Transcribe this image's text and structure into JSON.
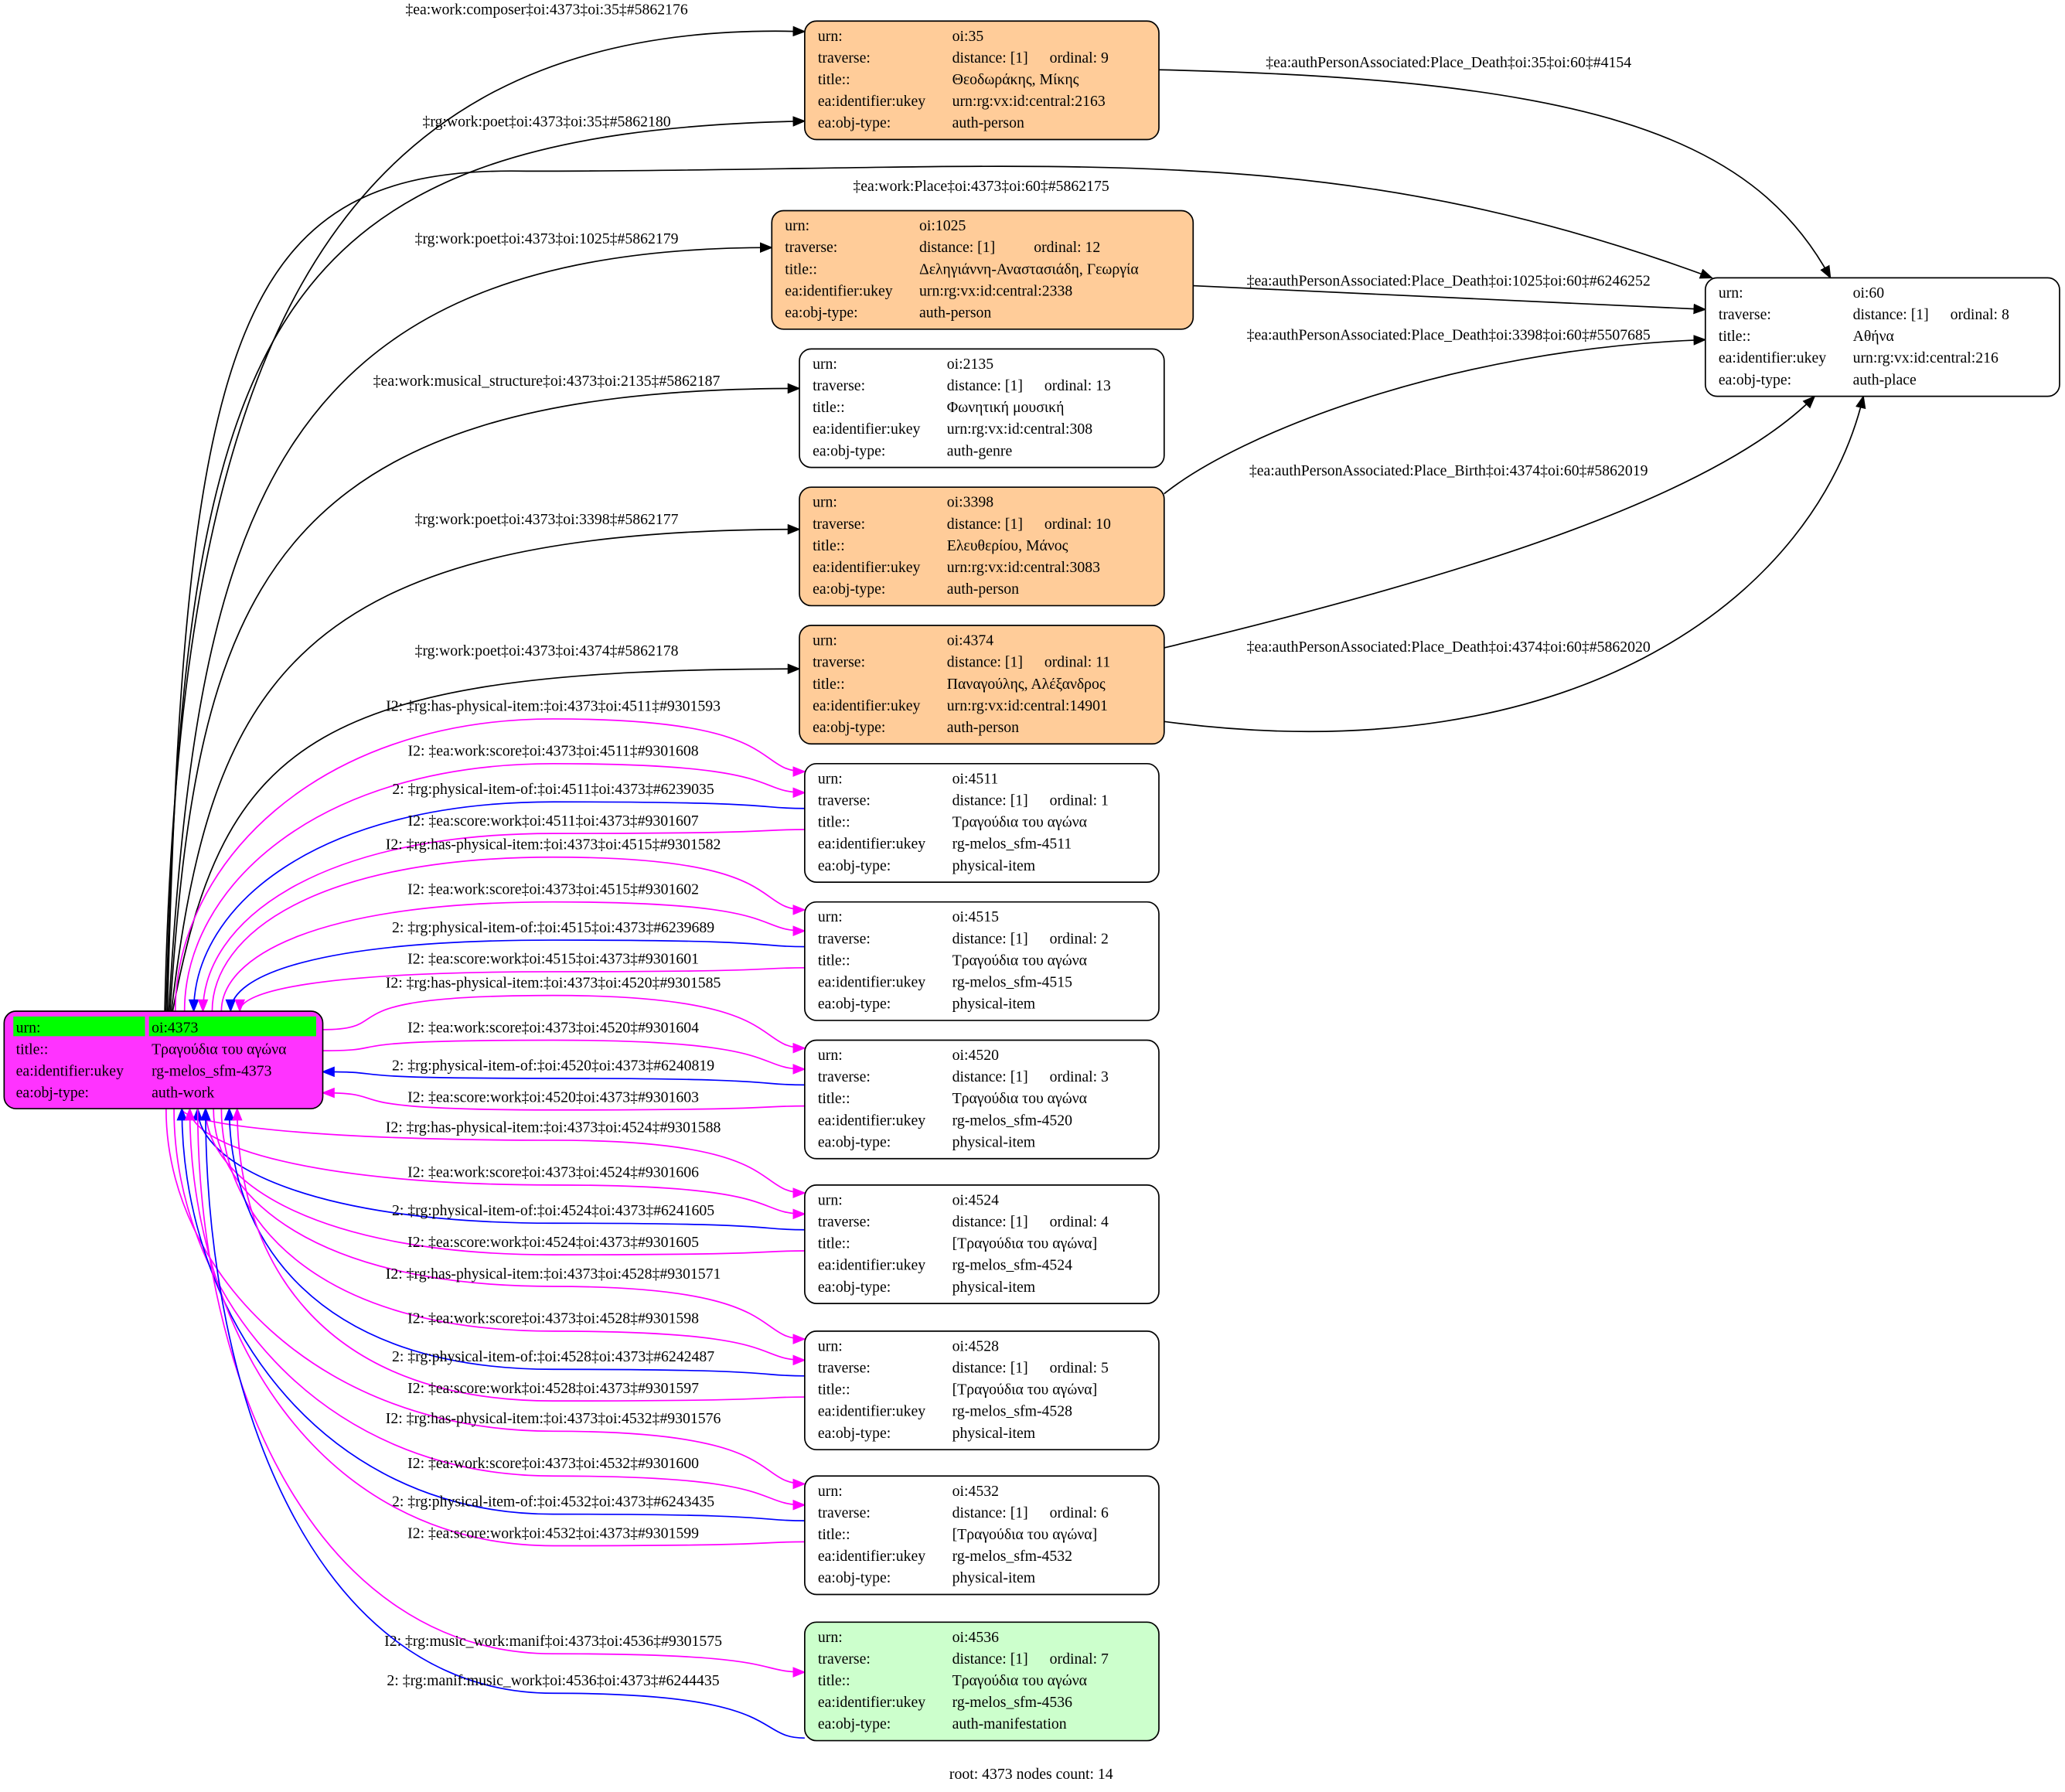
{
  "footer": "root: 4373 nodes count: 14",
  "colors": {
    "person": "#ffcc99",
    "root": "#ff33ff",
    "root_header": "#00ff00",
    "manifestation": "#ccffcc",
    "plain": "#ffffff",
    "edge_black": "#000000",
    "edge_magenta": "#ff00ff",
    "edge_blue": "#0000ff"
  },
  "labels": {
    "urn": "urn:",
    "traverse": "traverse:",
    "title": "title::",
    "ukey": "ea:identifier:ukey",
    "objtype": "ea:obj-type:"
  },
  "root": {
    "urn": "oi:4373",
    "title": "Τραγούδια του αγώνα",
    "ukey": "rg-melos_sfm-4373",
    "objtype": "auth-work"
  },
  "nodes": [
    {
      "urn": "oi:35",
      "distance": "distance: [1]",
      "ordinal": "ordinal: 9",
      "title": "Θεοδωράκης, Μίκης",
      "ukey": "urn:rg:vx:id:central:2163",
      "objtype": "auth-person",
      "fill": "person"
    },
    {
      "urn": "oi:1025",
      "distance": "distance: [1]",
      "ordinal": "ordinal: 12",
      "title": "Δεληγιάννη-Αναστασιάδη, Γεωργία",
      "ukey": "urn:rg:vx:id:central:2338",
      "objtype": "auth-person",
      "fill": "person"
    },
    {
      "urn": "oi:2135",
      "distance": "distance: [1]",
      "ordinal": "ordinal: 13",
      "title": "Φωνητική μουσική",
      "ukey": "urn:rg:vx:id:central:308",
      "objtype": "auth-genre",
      "fill": "plain"
    },
    {
      "urn": "oi:3398",
      "distance": "distance: [1]",
      "ordinal": "ordinal: 10",
      "title": "Ελευθερίου, Μάνος",
      "ukey": "urn:rg:vx:id:central:3083",
      "objtype": "auth-person",
      "fill": "person"
    },
    {
      "urn": "oi:4374",
      "distance": "distance: [1]",
      "ordinal": "ordinal: 11",
      "title": "Παναγούλης, Αλέξανδρος",
      "ukey": "urn:rg:vx:id:central:14901",
      "objtype": "auth-person",
      "fill": "person"
    },
    {
      "urn": "oi:4511",
      "distance": "distance: [1]",
      "ordinal": "ordinal: 1",
      "title": "Τραγούδια του αγώνα",
      "ukey": "rg-melos_sfm-4511",
      "objtype": "physical-item",
      "fill": "plain"
    },
    {
      "urn": "oi:4515",
      "distance": "distance: [1]",
      "ordinal": "ordinal: 2",
      "title": "Τραγούδια του αγώνα",
      "ukey": "rg-melos_sfm-4515",
      "objtype": "physical-item",
      "fill": "plain"
    },
    {
      "urn": "oi:4520",
      "distance": "distance: [1]",
      "ordinal": "ordinal: 3",
      "title": "Τραγούδια του αγώνα",
      "ukey": "rg-melos_sfm-4520",
      "objtype": "physical-item",
      "fill": "plain"
    },
    {
      "urn": "oi:4524",
      "distance": "distance: [1]",
      "ordinal": "ordinal: 4",
      "title": "[Τραγούδια του αγώνα]",
      "ukey": "rg-melos_sfm-4524",
      "objtype": "physical-item",
      "fill": "plain"
    },
    {
      "urn": "oi:4528",
      "distance": "distance: [1]",
      "ordinal": "ordinal: 5",
      "title": "[Τραγούδια του αγώνα]",
      "ukey": "rg-melos_sfm-4528",
      "objtype": "physical-item",
      "fill": "plain"
    },
    {
      "urn": "oi:4532",
      "distance": "distance: [1]",
      "ordinal": "ordinal: 6",
      "title": "[Τραγούδια του αγώνα]",
      "ukey": "rg-melos_sfm-4532",
      "objtype": "physical-item",
      "fill": "plain"
    },
    {
      "urn": "oi:4536",
      "distance": "distance: [1]",
      "ordinal": "ordinal: 7",
      "title": "Τραγούδια του αγώνα",
      "ukey": "rg-melos_sfm-4536",
      "objtype": "auth-manifestation",
      "fill": "manifestation"
    },
    {
      "urn": "oi:60",
      "distance": "distance: [1]",
      "ordinal": "ordinal: 8",
      "title": "Αθήνα",
      "ukey": "urn:rg:vx:id:central:216",
      "objtype": "auth-place",
      "fill": "plain"
    }
  ],
  "edges": [
    {
      "label": "‡ea:work:composer‡oi:4373‡oi:35‡#5862176",
      "from": "oi:4373",
      "to": "oi:35",
      "color": "edge_black"
    },
    {
      "label": "‡rg:work:poet‡oi:4373‡oi:35‡#5862180",
      "from": "oi:4373",
      "to": "oi:35",
      "color": "edge_black"
    },
    {
      "label": "‡ea:work:Place‡oi:4373‡oi:60‡#5862175",
      "from": "oi:4373",
      "to": "oi:60",
      "color": "edge_black"
    },
    {
      "label": "‡rg:work:poet‡oi:4373‡oi:1025‡#5862179",
      "from": "oi:4373",
      "to": "oi:1025",
      "color": "edge_black"
    },
    {
      "label": "‡ea:work:musical_structure‡oi:4373‡oi:2135‡#5862187",
      "from": "oi:4373",
      "to": "oi:2135",
      "color": "edge_black"
    },
    {
      "label": "‡rg:work:poet‡oi:4373‡oi:3398‡#5862177",
      "from": "oi:4373",
      "to": "oi:3398",
      "color": "edge_black"
    },
    {
      "label": "‡rg:work:poet‡oi:4373‡oi:4374‡#5862178",
      "from": "oi:4373",
      "to": "oi:4374",
      "color": "edge_black"
    },
    {
      "label": "‡ea:authPersonAssociated:Place_Death‡oi:35‡oi:60‡#4154",
      "from": "oi:35",
      "to": "oi:60",
      "color": "edge_black"
    },
    {
      "label": "‡ea:authPersonAssociated:Place_Death‡oi:1025‡oi:60‡#6246252",
      "from": "oi:1025",
      "to": "oi:60",
      "color": "edge_black"
    },
    {
      "label": "‡ea:authPersonAssociated:Place_Death‡oi:3398‡oi:60‡#5507685",
      "from": "oi:3398",
      "to": "oi:60",
      "color": "edge_black"
    },
    {
      "label": "‡ea:authPersonAssociated:Place_Birth‡oi:4374‡oi:60‡#5862019",
      "from": "oi:4374",
      "to": "oi:60",
      "color": "edge_black"
    },
    {
      "label": "‡ea:authPersonAssociated:Place_Death‡oi:4374‡oi:60‡#5862020",
      "from": "oi:4374",
      "to": "oi:60",
      "color": "edge_black"
    },
    {
      "label": "I2: ‡rg:has-physical-item:‡oi:4373‡oi:4511‡#9301593",
      "from": "oi:4373",
      "to": "oi:4511",
      "color": "edge_magenta"
    },
    {
      "label": "I2: ‡ea:work:score‡oi:4373‡oi:4511‡#9301608",
      "from": "oi:4373",
      "to": "oi:4511",
      "color": "edge_magenta"
    },
    {
      "label": "2: ‡rg:physical-item-of:‡oi:4511‡oi:4373‡#6239035",
      "from": "oi:4511",
      "to": "oi:4373",
      "color": "edge_blue"
    },
    {
      "label": "I2: ‡ea:score:work‡oi:4511‡oi:4373‡#9301607",
      "from": "oi:4511",
      "to": "oi:4373",
      "color": "edge_magenta"
    },
    {
      "label": "I2: ‡rg:has-physical-item:‡oi:4373‡oi:4515‡#9301582",
      "from": "oi:4373",
      "to": "oi:4515",
      "color": "edge_magenta"
    },
    {
      "label": "I2: ‡ea:work:score‡oi:4373‡oi:4515‡#9301602",
      "from": "oi:4373",
      "to": "oi:4515",
      "color": "edge_magenta"
    },
    {
      "label": "2: ‡rg:physical-item-of:‡oi:4515‡oi:4373‡#6239689",
      "from": "oi:4515",
      "to": "oi:4373",
      "color": "edge_blue"
    },
    {
      "label": "I2: ‡ea:score:work‡oi:4515‡oi:4373‡#9301601",
      "from": "oi:4515",
      "to": "oi:4373",
      "color": "edge_magenta"
    },
    {
      "label": "I2: ‡rg:has-physical-item:‡oi:4373‡oi:4520‡#9301585",
      "from": "oi:4373",
      "to": "oi:4520",
      "color": "edge_magenta"
    },
    {
      "label": "I2: ‡ea:work:score‡oi:4373‡oi:4520‡#9301604",
      "from": "oi:4373",
      "to": "oi:4520",
      "color": "edge_magenta"
    },
    {
      "label": "2: ‡rg:physical-item-of:‡oi:4520‡oi:4373‡#6240819",
      "from": "oi:4520",
      "to": "oi:4373",
      "color": "edge_blue"
    },
    {
      "label": "I2: ‡ea:score:work‡oi:4520‡oi:4373‡#9301603",
      "from": "oi:4520",
      "to": "oi:4373",
      "color": "edge_magenta"
    },
    {
      "label": "I2: ‡rg:has-physical-item:‡oi:4373‡oi:4524‡#9301588",
      "from": "oi:4373",
      "to": "oi:4524",
      "color": "edge_magenta"
    },
    {
      "label": "I2: ‡ea:work:score‡oi:4373‡oi:4524‡#9301606",
      "from": "oi:4373",
      "to": "oi:4524",
      "color": "edge_magenta"
    },
    {
      "label": "2: ‡rg:physical-item-of:‡oi:4524‡oi:4373‡#6241605",
      "from": "oi:4524",
      "to": "oi:4373",
      "color": "edge_blue"
    },
    {
      "label": "I2: ‡ea:score:work‡oi:4524‡oi:4373‡#9301605",
      "from": "oi:4524",
      "to": "oi:4373",
      "color": "edge_magenta"
    },
    {
      "label": "I2: ‡rg:has-physical-item:‡oi:4373‡oi:4528‡#9301571",
      "from": "oi:4373",
      "to": "oi:4528",
      "color": "edge_magenta"
    },
    {
      "label": "I2: ‡ea:work:score‡oi:4373‡oi:4528‡#9301598",
      "from": "oi:4373",
      "to": "oi:4528",
      "color": "edge_magenta"
    },
    {
      "label": "2: ‡rg:physical-item-of:‡oi:4528‡oi:4373‡#6242487",
      "from": "oi:4528",
      "to": "oi:4373",
      "color": "edge_blue"
    },
    {
      "label": "I2: ‡ea:score:work‡oi:4528‡oi:4373‡#9301597",
      "from": "oi:4528",
      "to": "oi:4373",
      "color": "edge_magenta"
    },
    {
      "label": "I2: ‡rg:has-physical-item:‡oi:4373‡oi:4532‡#9301576",
      "from": "oi:4373",
      "to": "oi:4532",
      "color": "edge_magenta"
    },
    {
      "label": "I2: ‡ea:work:score‡oi:4373‡oi:4532‡#9301600",
      "from": "oi:4373",
      "to": "oi:4532",
      "color": "edge_magenta"
    },
    {
      "label": "2: ‡rg:physical-item-of:‡oi:4532‡oi:4373‡#6243435",
      "from": "oi:4532",
      "to": "oi:4373",
      "color": "edge_blue"
    },
    {
      "label": "I2: ‡ea:score:work‡oi:4532‡oi:4373‡#9301599",
      "from": "oi:4532",
      "to": "oi:4373",
      "color": "edge_magenta"
    },
    {
      "label": "I2: ‡rg:music_work:manif‡oi:4373‡oi:4536‡#9301575",
      "from": "oi:4373",
      "to": "oi:4536",
      "color": "edge_magenta"
    },
    {
      "label": "2: ‡rg:manif:music_work‡oi:4536‡oi:4373‡#6244435",
      "from": "oi:4536",
      "to": "oi:4373",
      "color": "edge_blue"
    }
  ]
}
